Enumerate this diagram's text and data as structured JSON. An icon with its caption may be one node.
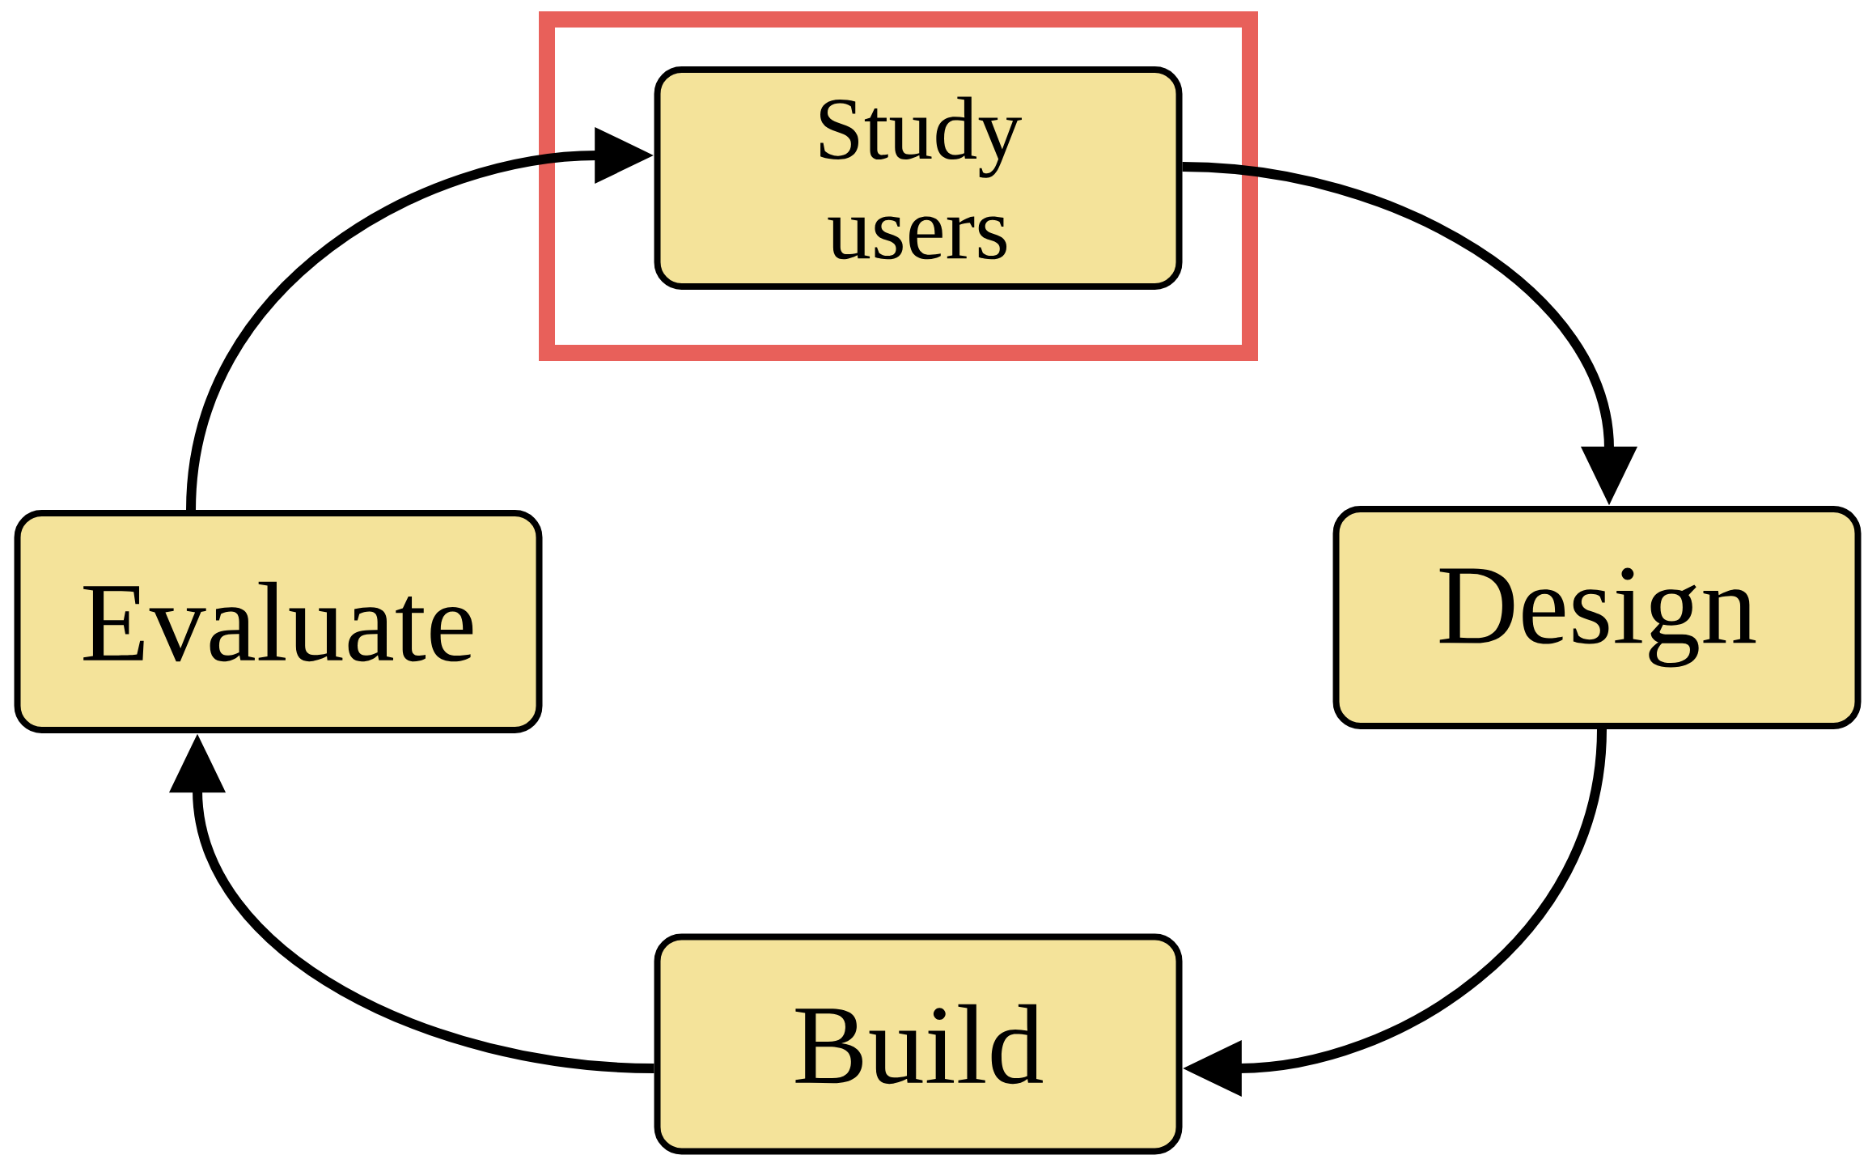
{
  "diagram": {
    "nodes": [
      {
        "text": [
          "Study users"
        ]
      },
      {
        "text": [
          "Design"
        ]
      },
      {
        "text": [
          "Build"
        ]
      },
      {
        "text": [
          "Evaluate"
        ]
      }
    ],
    "edges": [
      {
        "from": 0,
        "to": 1,
        "arrow": "to"
      },
      {
        "from": 1,
        "to": 2,
        "arrow": "to"
      },
      {
        "from": 2,
        "to": 3,
        "arrow": "to"
      },
      {
        "from": 3,
        "to": 0,
        "arrow": "to"
      }
    ]
  }
}
